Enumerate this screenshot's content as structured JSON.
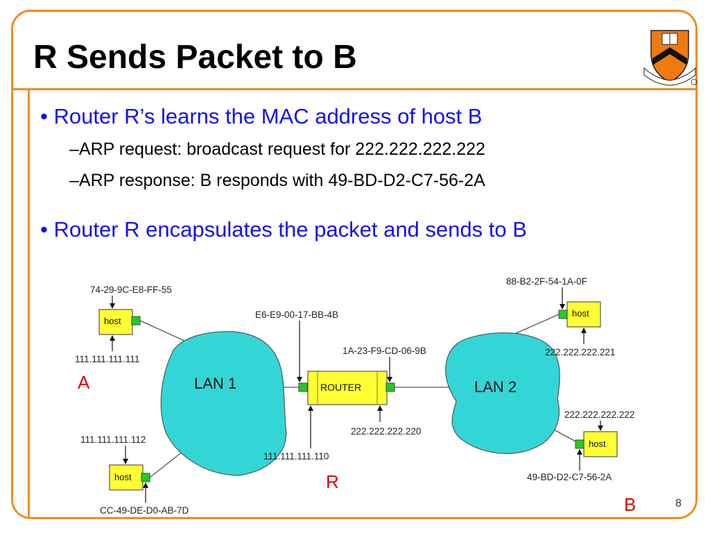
{
  "slide": {
    "title": "R Sends Packet to B",
    "page_number": "8"
  },
  "bullets": [
    {
      "text": "• Router R’s learns the MAC address of host B",
      "subs": [
        "–ARP request: broadcast request for 222.222.222.222",
        "–ARP response: B responds with 49-BD-D2-C7-56-2A"
      ]
    },
    {
      "text": "• Router R encapsulates the packet and sends to B"
    }
  ],
  "diagram": {
    "lan1": "LAN 1",
    "lan2": "LAN 2",
    "router": "ROUTER",
    "host_label": "host",
    "host_a_mac": "74-29-9C-E8-FF-55",
    "host_a_ip": "111.111.111.111",
    "host_c_ip": "111.111.111.112",
    "host_c_mac": "CC-49-DE-D0-AB-7D",
    "router_lan1_mac": "E6-E9-00-17-BB-4B",
    "router_lan1_ip": "111.111.111.110",
    "router_lan2_mac": "1A-23-F9-CD-06-9B",
    "router_lan2_ip": "222.222.222.220",
    "host_d_mac": "88-B2-2F-54-1A-0F",
    "host_d_ip": "222.222.222.221",
    "host_b_ip": "222.222.222.222",
    "host_b_mac": "49-BD-D2-C7-56-2A",
    "label_a": "A",
    "label_r": "R",
    "label_b": "B"
  },
  "colors": {
    "frame": "#f08c1e",
    "bullet": "#1010ff",
    "lan": "#33d6d6",
    "device": "#ffff33",
    "port": "#22cc22",
    "annotation": "#e00000"
  }
}
